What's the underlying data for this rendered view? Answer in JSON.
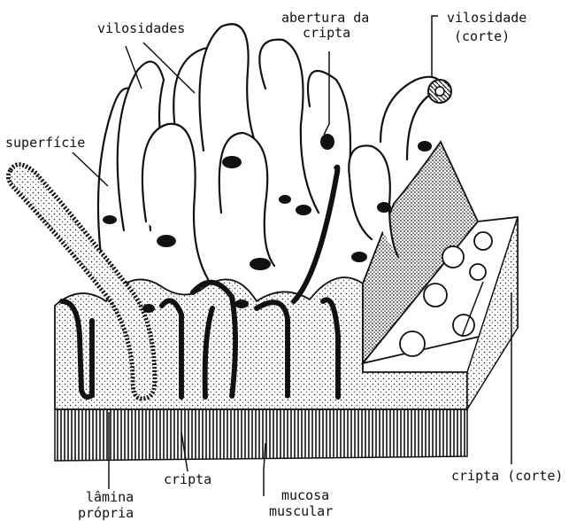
{
  "labels": {
    "vilosidades": "vilosidades",
    "abertura_line1": "abertura da",
    "abertura_line2": "cripta",
    "vilosidade_corte_line1": "vilosidade",
    "vilosidade_corte_line2": "(corte)",
    "superficie": "superfície",
    "cripta": "cripta",
    "cripta_corte": "cripta (corte)",
    "lamina_line1": "lâmina",
    "lamina_line2": "própria",
    "mucosa_line1": "mucosa",
    "mucosa_line2": "muscular"
  },
  "colors": {
    "ink": "#111111",
    "paper": "#ffffff"
  }
}
